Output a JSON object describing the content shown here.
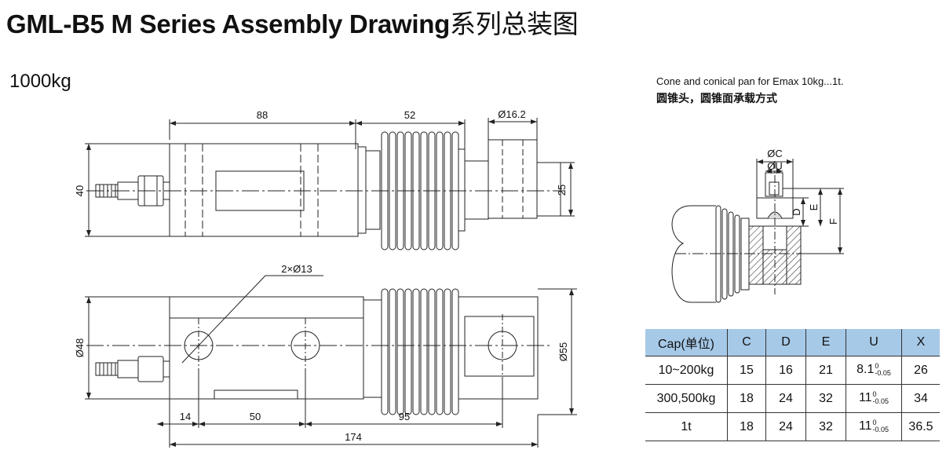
{
  "header": {
    "title_en": "GML-B5 M Series Assembly Drawing",
    "title_cn": "系列总装图"
  },
  "capacity_label": "1000kg",
  "mount_note": {
    "en": "Cone and conical pan  for Emax 10kg...1t.",
    "cn": "圆锥头，圆锥面承载方式"
  },
  "top_view": {
    "dims": {
      "len_88": "88",
      "len_52": "52",
      "dia_16_2": "Ø16.2",
      "h_40": "40",
      "h_25": "25"
    }
  },
  "front_view": {
    "dims": {
      "holes": "2×Ø13",
      "dia_48": "Ø48",
      "dia_55": "Ø55",
      "len_14": "14",
      "len_50": "50",
      "len_95": "95",
      "len_174": "174"
    }
  },
  "detail_view": {
    "labels": {
      "c": "ØC",
      "u": "ØU",
      "d": "D",
      "e": "E",
      "f": "F"
    }
  },
  "spec_table": {
    "headers": [
      "Cap(单位)",
      "C",
      "D",
      "E",
      "U",
      "X"
    ],
    "rows": [
      {
        "cap": "10~200kg",
        "c": "15",
        "d": "16",
        "e": "21",
        "u": "8.1",
        "u_tol_upper": "0",
        "u_tol_lower": "-0.05",
        "x": "26"
      },
      {
        "cap": "300,500kg",
        "c": "18",
        "d": "24",
        "e": "32",
        "u": "11",
        "u_tol_upper": "0",
        "u_tol_lower": "-0.05",
        "x": "34"
      },
      {
        "cap": "1t",
        "c": "18",
        "d": "24",
        "e": "32",
        "u": "11",
        "u_tol_upper": "0",
        "u_tol_lower": "-0.05",
        "x": "36.5"
      }
    ]
  },
  "colors": {
    "header_bg": "#a6c9e8",
    "line": "#222222"
  }
}
